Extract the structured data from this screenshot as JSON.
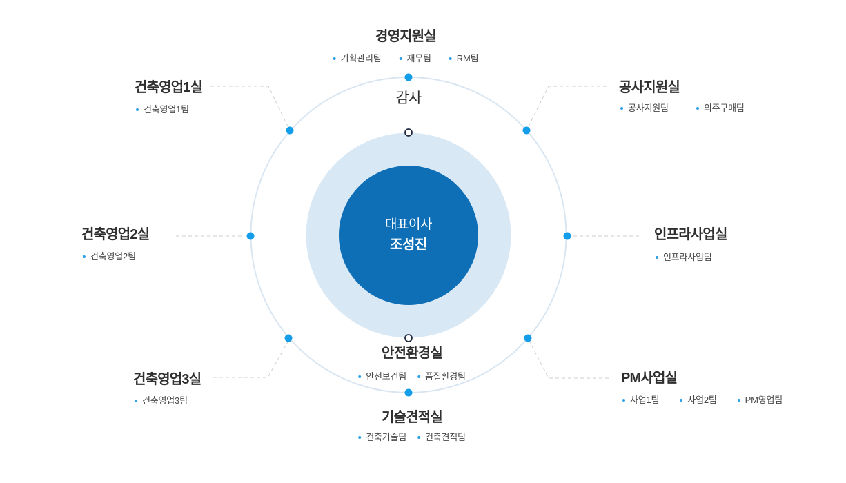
{
  "colors": {
    "core": "#0e6fb6",
    "ring": "#d9e8f5",
    "outer": "#d9e6f2",
    "dot": "#149de9",
    "marker_stroke": "#232c41",
    "dash": "#cdcdcd",
    "bullet": "#2ba1e8",
    "title_text": "#2f2f2f",
    "team_text": "#484848",
    "center_text": "#ffffff"
  },
  "center": {
    "role": "대표이사",
    "name": "조성진"
  },
  "sections": [
    {
      "title": "경영지원실",
      "teams": [
        "기획관리팀",
        "재무팀",
        "RM팀"
      ]
    },
    {
      "title": "감사",
      "teams": []
    },
    {
      "title": "건축영업1실",
      "teams": [
        "건축영업1팀"
      ]
    },
    {
      "title": "공사지원실",
      "teams": [
        "공사지원팀",
        "외주구매팀"
      ]
    },
    {
      "title": "건축영업2실",
      "teams": [
        "건축영업2팀"
      ]
    },
    {
      "title": "인프라사업실",
      "teams": [
        "인프라사업팀"
      ]
    },
    {
      "title": "건축영업3실",
      "teams": [
        "건축영업3팀"
      ]
    },
    {
      "title": "PM사업실",
      "teams": [
        "사업1팀",
        "사업2팀",
        "PM영업팀"
      ]
    },
    {
      "title": "안전환경실",
      "teams": [
        "안전보건팀",
        "품질환경팀"
      ]
    },
    {
      "title": "기술견적실",
      "teams": [
        "건축기술팀",
        "건축견적팀"
      ]
    }
  ]
}
